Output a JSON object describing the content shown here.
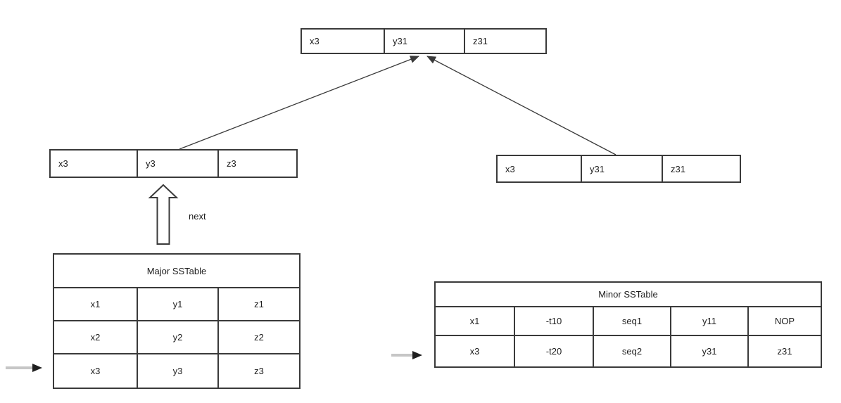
{
  "colors": {
    "line": "#3a3a3a",
    "text": "#1c1c1c",
    "bg": "#ffffff",
    "gray_arrow_body": "#c6c6c6",
    "gray_arrow_head": "#1f1f1f"
  },
  "merged_record": {
    "cells": [
      "x3",
      "y31",
      "z31"
    ]
  },
  "compacted_left_record": {
    "cells": [
      "x3",
      "y3",
      "z3"
    ]
  },
  "compacted_right_record": {
    "cells": [
      "x3",
      "y31",
      "z31"
    ]
  },
  "next_arrow_label": "next",
  "major_sstable": {
    "title": "Major SSTable",
    "rows": [
      [
        "x1",
        "y1",
        "z1"
      ],
      [
        "x2",
        "y2",
        "z2"
      ],
      [
        "x3",
        "y3",
        "z3"
      ]
    ]
  },
  "minor_sstable": {
    "title": "Minor SSTable",
    "rows": [
      [
        "x1",
        "-t10",
        "seq1",
        "y11",
        "NOP"
      ],
      [
        "x3",
        "-t20",
        "seq2",
        "y31",
        "z31"
      ]
    ]
  }
}
